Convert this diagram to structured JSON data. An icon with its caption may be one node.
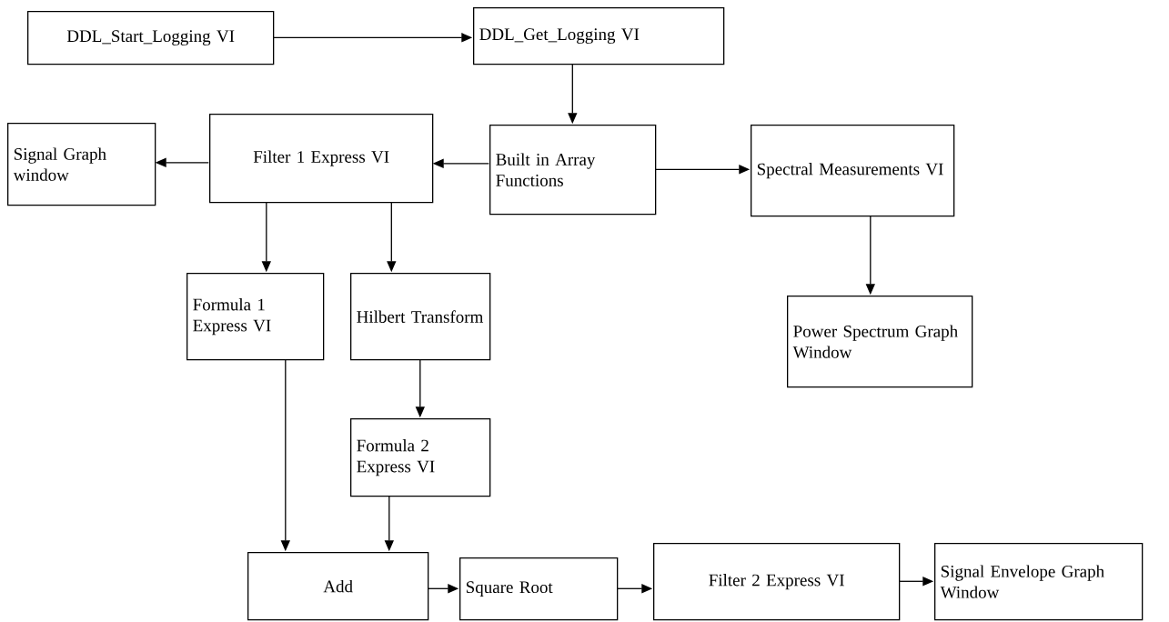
{
  "diagram": {
    "nodes": [
      {
        "text": [
          "DDL_Start_Logging VI"
        ]
      },
      {
        "text": [
          "DDL_Get_Logging VI"
        ]
      },
      {
        "text": [
          "Built in Array Functions"
        ]
      },
      {
        "text": [
          "Filter 1 Express VI"
        ]
      },
      {
        "text": [
          "Signal Graph window"
        ]
      },
      {
        "text": [
          "Spectral Measurements VI"
        ]
      },
      {
        "text": [
          "Formula 1 Express VI"
        ]
      },
      {
        "text": [
          "Hilbert Transform"
        ]
      },
      {
        "text": [
          "Power Spectrum Graph Window"
        ]
      },
      {
        "text": [
          "Formula 2 Express VI"
        ]
      },
      {
        "text": [
          "Add"
        ]
      },
      {
        "text": [
          "Square Root"
        ]
      },
      {
        "text": [
          "Filter 2 Express VI"
        ]
      },
      {
        "text": [
          "Signal Envelope Graph Window"
        ]
      }
    ],
    "edges": [
      {
        "from": 0,
        "to": 1,
        "arrow": "to"
      },
      {
        "from": 1,
        "to": 2,
        "arrow": "to"
      },
      {
        "from": 2,
        "to": 3,
        "arrow": "to"
      },
      {
        "from": 2,
        "to": 5,
        "arrow": "to"
      },
      {
        "from": 3,
        "to": 4,
        "arrow": "to"
      },
      {
        "from": 3,
        "to": 6,
        "arrow": "to"
      },
      {
        "from": 3,
        "to": 7,
        "arrow": "to"
      },
      {
        "from": 5,
        "to": 8,
        "arrow": "to"
      },
      {
        "from": 7,
        "to": 9,
        "arrow": "to"
      },
      {
        "from": 6,
        "to": 10,
        "arrow": "to"
      },
      {
        "from": 9,
        "to": 10,
        "arrow": "to"
      },
      {
        "from": 10,
        "to": 11,
        "arrow": "to"
      },
      {
        "from": 11,
        "to": 12,
        "arrow": "to"
      },
      {
        "from": 12,
        "to": 13,
        "arrow": "to"
      }
    ]
  }
}
